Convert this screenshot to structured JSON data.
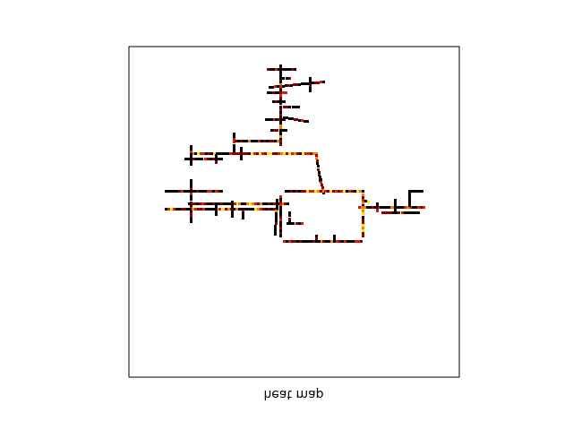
{
  "chart_data": {
    "type": "heatmap",
    "title": "",
    "xlabel": "heat map",
    "ylabel": "",
    "xlabel_mirrored": true,
    "axes_ticks": false,
    "grid": false,
    "legend": "none",
    "colormap": "hot",
    "colors": {
      "background": "#ffffff",
      "frame": "#000000",
      "low": "#000000",
      "mid_low": "#8b0000",
      "mid": "#d81e05",
      "mid_high": "#ff7a00",
      "high": "#ffe600"
    }
  }
}
